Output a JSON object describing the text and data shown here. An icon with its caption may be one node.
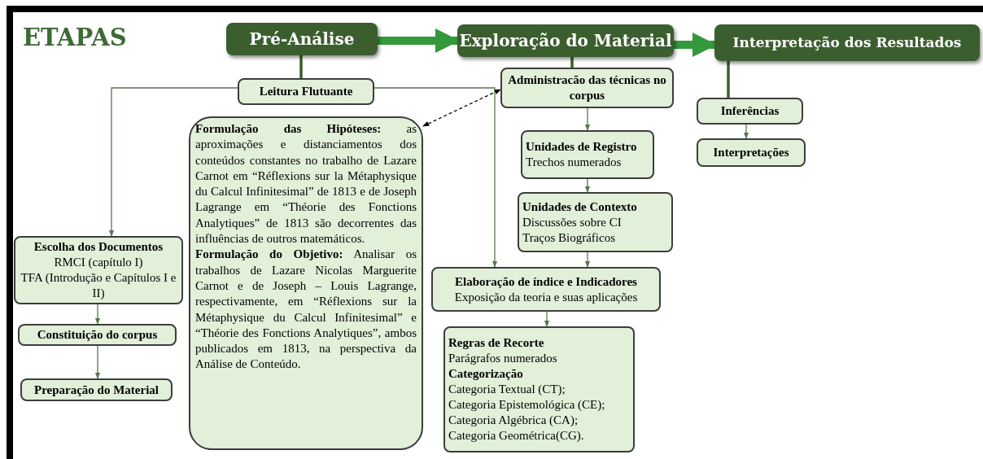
{
  "diagram": {
    "title": "ETAPAS",
    "nodes": [
      {
        "text": [
          "Pré-Análise"
        ]
      },
      {
        "text": [
          "Exploração do Material"
        ]
      },
      {
        "text": [
          "Interpretação dos Resultados"
        ]
      },
      {
        "text": [
          "Leitura Flutuante"
        ]
      },
      {
        "text": [
          "Escolha dos Documentos",
          "RMCI (capítulo I)",
          "TFA (Introdução e Capítulos I e II)"
        ]
      },
      {
        "text": [
          "Constituição do corpus"
        ]
      },
      {
        "text": [
          "Preparação do Material"
        ]
      },
      {
        "text": [
          "**Formulação das Hipóteses:** as aproximações e distanciamentos dos conteúdos constantes no trabalho de Lazare Carnot em “Réflexions sur la Métaphysique du Calcul Infinitesimal” de 1813 e de Joseph Lagrange em “Théorie des Fonctions Analytiques” de 1813 são decorrentes das influências de outros matemáticos.",
          "**Formulação do Objetivo:** Analisar os trabalhos de Lazare Nicolas Marguerite Carnot e de Joseph – Louis Lagrange, respectivamente, em “Réflexions sur la Métaphysique du Calcul Infinitesimal” e “Théorie des Fonctions Analytiques”, ambos publicados em 1813, na perspectiva da Análise de Conteúdo."
        ]
      },
      {
        "text": [
          "Administracão das técnicas no corpus"
        ]
      },
      {
        "text": [
          "Unidades de Registro",
          "Trechos numerados"
        ]
      },
      {
        "text": [
          "Unidades de Contexto",
          "Discussões sobre CI",
          "Traços Biográficos"
        ]
      },
      {
        "text": [
          "Elaboração de índice e Indicadores",
          "Exposição da teoria e suas aplicações"
        ]
      },
      {
        "text": [
          "Regras de Recorte",
          "Parágrafos numerados",
          "Categorização",
          "Categoria Textual (CT);",
          "Categoria Epistemológica (CE);",
          "Categoria Algébrica (CA);",
          "Categoria Geométrica(CG)."
        ]
      },
      {
        "text": [
          "Inferências"
        ]
      },
      {
        "text": [
          "Interpretações"
        ]
      }
    ],
    "edges": [
      {
        "from": 0,
        "to": 1,
        "arrow": "to",
        "style": "thick",
        "color": "#33993a"
      },
      {
        "from": 1,
        "to": 2,
        "arrow": "to",
        "style": "thick",
        "color": "#33993a"
      },
      {
        "from": 0,
        "to": 3,
        "arrow": "none",
        "style": "thick",
        "color": "#3b5e2f"
      },
      {
        "from": 3,
        "to": 4,
        "arrow": "to"
      },
      {
        "from": 3,
        "to": 11,
        "arrow": "to"
      },
      {
        "from": 7,
        "to": 8,
        "arrow": "both",
        "style": "dashed",
        "color": "#000000"
      },
      {
        "from": 4,
        "to": 5,
        "arrow": "to"
      },
      {
        "from": 5,
        "to": 6,
        "arrow": "to"
      },
      {
        "from": 1,
        "to": 8,
        "arrow": "none",
        "style": "thick",
        "color": "#3b5e2f"
      },
      {
        "from": 8,
        "to": 9,
        "arrow": "to"
      },
      {
        "from": 9,
        "to": 10,
        "arrow": "to"
      },
      {
        "from": 10,
        "to": 11,
        "arrow": "to"
      },
      {
        "from": 11,
        "to": 12,
        "arrow": "to"
      },
      {
        "from": 2,
        "to": 13,
        "arrow": "none",
        "style": "thick",
        "color": "#3b5e2f"
      },
      {
        "from": 13,
        "to": 14,
        "arrow": "to"
      }
    ]
  }
}
